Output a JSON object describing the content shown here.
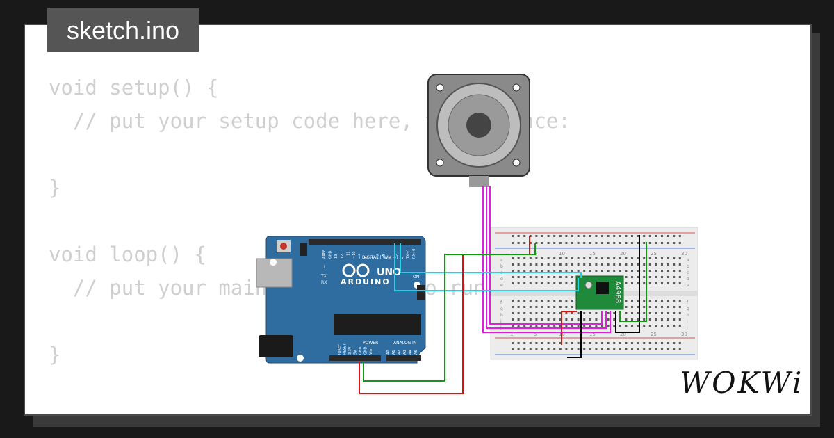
{
  "tab": {
    "filename": "sketch.ino"
  },
  "code": {
    "lines": [
      "void setup() {",
      "  // put your setup code here, to run once:",
      "",
      "}",
      "",
      "void loop() {",
      "  // put your main code here, to run repeatedly:",
      "",
      "}"
    ]
  },
  "arduino": {
    "brand": "ARDUINO",
    "model": "UNO",
    "digital_label": "DIGITAL (PWM ~)",
    "power_label": "POWER",
    "analog_label": "ANALOG IN",
    "led_l": "L",
    "led_tx": "TX",
    "led_rx": "RX",
    "led_on": "ON",
    "digital_pins": [
      "AREF",
      "GND",
      "13",
      "12",
      "~11",
      "~10",
      "~9",
      "8",
      "7",
      "~6",
      "~5",
      "4",
      "~3",
      "2",
      "TX→1",
      "RX←0"
    ],
    "power_pins": [
      "IOREF",
      "RESET",
      "3.3V",
      "5V",
      "GND",
      "GND",
      "Vin"
    ],
    "analog_pins": [
      "A0",
      "A1",
      "A2",
      "A3",
      "A4",
      "A5"
    ]
  },
  "driver": {
    "label": "A4988"
  },
  "breadboard": {
    "col_numbers": [
      "1",
      "5",
      "10",
      "15",
      "20",
      "25",
      "30"
    ],
    "row_letters": [
      "a",
      "b",
      "c",
      "d",
      "e",
      "f",
      "g",
      "h",
      "i",
      "j"
    ]
  },
  "brand": {
    "logo": "WOKWi"
  },
  "colors": {
    "board": "#2f6da0",
    "driver": "#1e8a3a",
    "wire_red": "#e01010",
    "wire_green": "#119911",
    "wire_cyan": "#22d3e8",
    "wire_magenta": "#e01ee0",
    "wire_black": "#000000"
  }
}
